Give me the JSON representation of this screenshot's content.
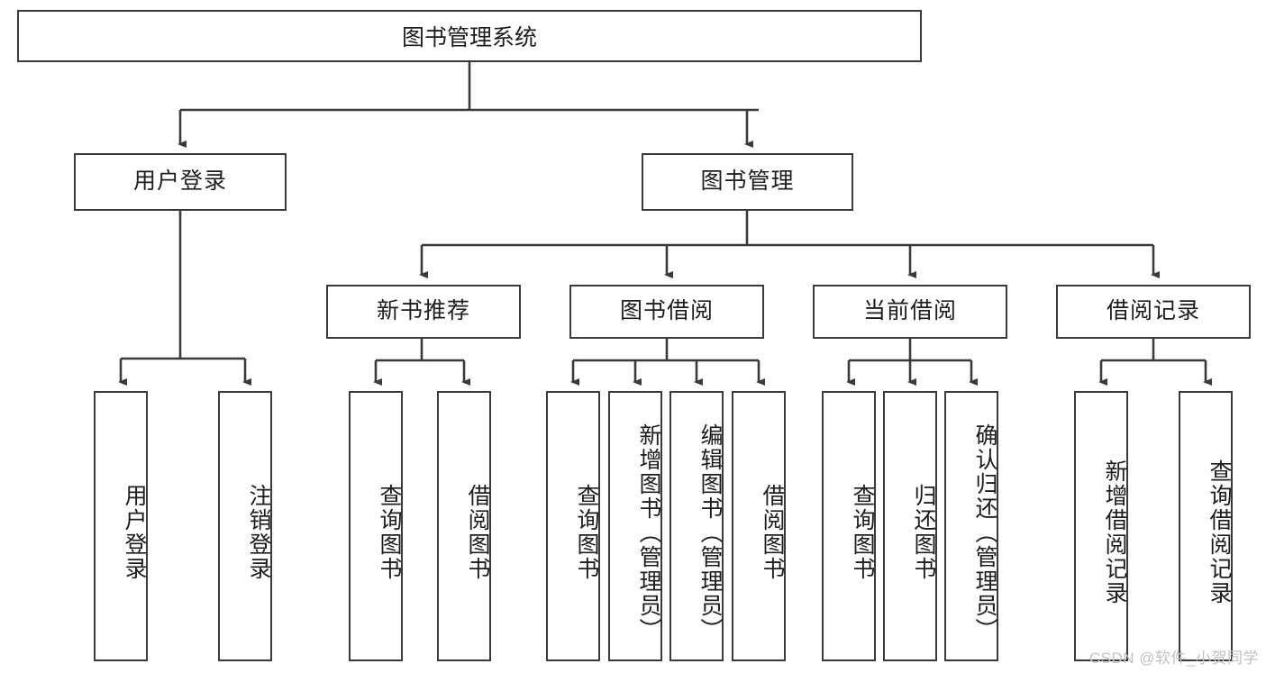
{
  "diagram": {
    "title": "图书管理系统",
    "type": "tree",
    "colors": {
      "box_border": "#3a3a3a",
      "box_fill": "#ffffff",
      "connector": "#3a3a3a",
      "text": "#1d1d1d",
      "watermark": "#c2c2c2"
    },
    "root": {
      "label": "图书管理系统"
    },
    "level2": [
      {
        "label": "用户登录"
      },
      {
        "label": "图书管理"
      }
    ],
    "level3": [
      {
        "label": "新书推荐"
      },
      {
        "label": "图书借阅"
      },
      {
        "label": "当前借阅"
      },
      {
        "label": "借阅记录"
      }
    ],
    "leaves": {
      "user_login": [
        {
          "label": "用户登录"
        },
        {
          "label": "注销登录"
        }
      ],
      "new_book": [
        {
          "label": "查询图书"
        },
        {
          "label": "借阅图书"
        }
      ],
      "book_borrow": [
        {
          "label": "查询图书"
        },
        {
          "label": "新增图书（管理员）"
        },
        {
          "label": "编辑图书（管理员）"
        },
        {
          "label": "借阅图书"
        }
      ],
      "current_borrow": [
        {
          "label": "查询图书"
        },
        {
          "label": "归还图书"
        },
        {
          "label": "确认归还（管理员）"
        }
      ],
      "borrow_record": [
        {
          "label": "新增借阅记录"
        },
        {
          "label": "查询借阅记录"
        }
      ]
    },
    "watermark": "CSDN @软件_小贺同学"
  }
}
